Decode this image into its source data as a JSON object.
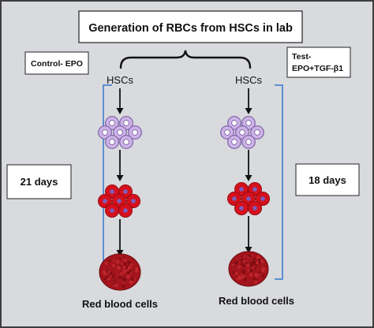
{
  "title": "Generation of RBCs from HSCs in lab",
  "arms": {
    "control": {
      "label": "Control- EPO",
      "start": "HSCs",
      "duration": "21 days",
      "end": "Red blood cells"
    },
    "test": {
      "label_line1": "Test-",
      "label_line2": "EPO+TGF-β1",
      "start": "HSCs",
      "duration": "18 days",
      "end": "Red blood cells"
    }
  },
  "colors": {
    "background": "#d8dadd",
    "box_fill": "#ffffff",
    "bracket": "#5b8fd0",
    "stem_cell_fill": "#cdb3e6",
    "stem_cell_stroke": "#7e63a8",
    "rbc_fill": "#d4111c",
    "rbc_nucleus": "#7a5fbf",
    "blood_mass": "#a3141c"
  }
}
